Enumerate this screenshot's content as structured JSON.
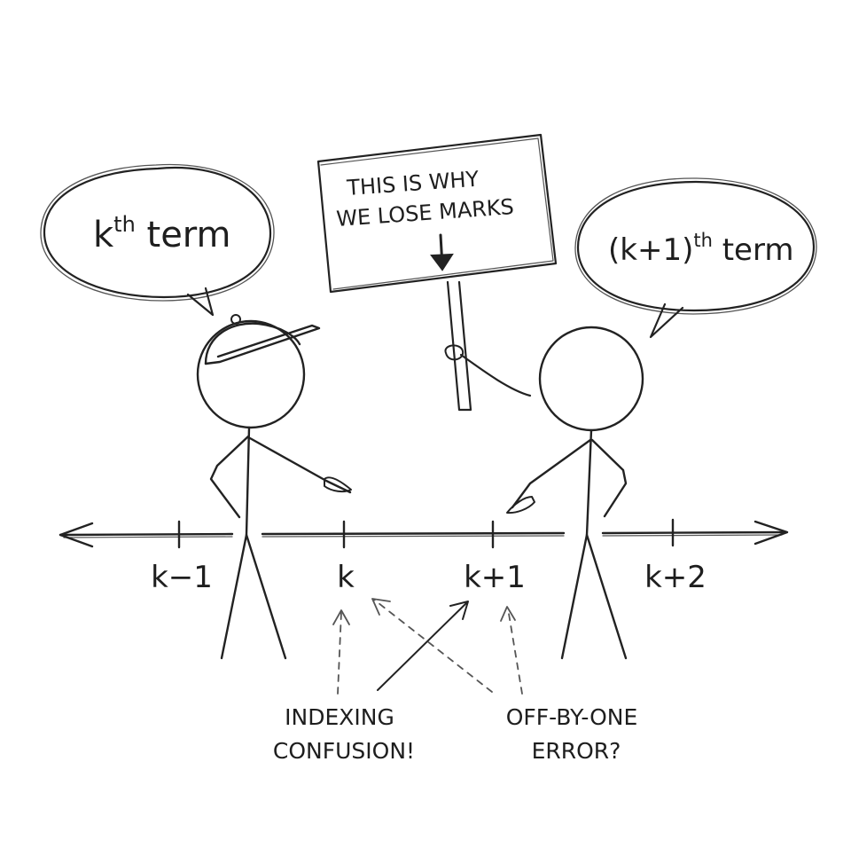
{
  "left_bubble": {
    "base": "k",
    "sup": "th",
    "rest": " term"
  },
  "right_bubble": {
    "base": "(k+1)",
    "sup": "th",
    "rest": " term"
  },
  "sign": {
    "line1": "THIS IS WHY",
    "line2": "WE LOSE MARKS"
  },
  "number_line": {
    "labels": [
      "k−1",
      "k",
      "k+1",
      "k+2"
    ]
  },
  "notes": {
    "left_line1": "INDEXING",
    "left_line2": "CONFUSION!",
    "right_line1": "OFF-BY-ONE",
    "right_line2": "ERROR?"
  },
  "colors": {
    "ink": "#222222",
    "background": "#ffffff"
  }
}
